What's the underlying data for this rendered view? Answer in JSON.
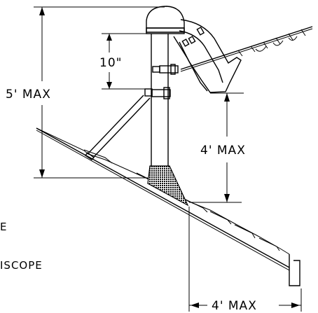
{
  "dimensions": {
    "overall_height": "5' MAX",
    "bracket_spacing": "10\"",
    "roof_clearance": "4' MAX",
    "horizontal_overhang": "4' MAX"
  },
  "side_labels": {
    "label_1": "E",
    "label_2": "ISCOPE"
  },
  "colors": {
    "line": "#000000",
    "background": "#ffffff",
    "flashing_fill": "#222222"
  }
}
